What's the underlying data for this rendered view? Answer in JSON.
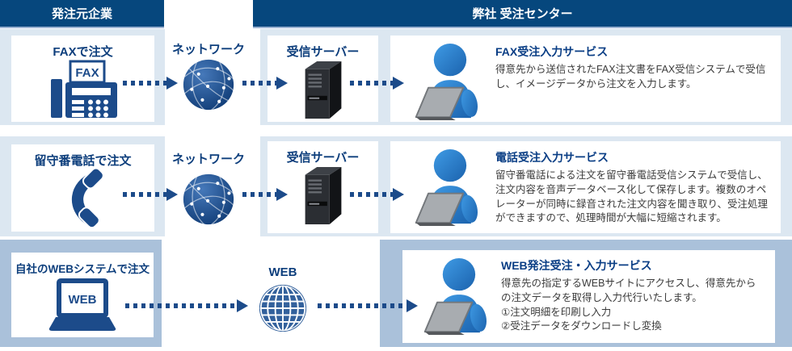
{
  "header": {
    "left": "発注元企業",
    "right": "弊社 受注センター"
  },
  "colors": {
    "header_bg": "#06477d",
    "panel_light": "#dce7f1",
    "panel_dark": "#aac1da",
    "accent_navy": "#1c4b8a",
    "title_navy": "#0d3e7c",
    "service_title_blue": "#0a3e85",
    "body_text": "#3b3b3b",
    "person_blue": "#2a7fd0",
    "laptop_gray": "#a8acb0",
    "server_dark": "#2b2e33"
  },
  "rows": [
    {
      "source_title": "FAXで注文",
      "source_icon": "fax-machine-icon",
      "fax_paper_label": "FAX",
      "network_label": "ネットワーク",
      "network_icon": "network-globe-icon",
      "server_label": "受信サーバー",
      "server_icon": "server-tower-icon",
      "operator_icon": "operator-laptop-icon",
      "service_title": "FAX受注入力サービス",
      "service_body": "得意先から送信されたFAX注文書をFAX受信システムで受信し、イメージデータから注文を入力します。"
    },
    {
      "source_title": "留守番電話で注文",
      "source_icon": "phone-handset-icon",
      "network_label": "ネットワーク",
      "network_icon": "network-globe-icon",
      "server_label": "受信サーバー",
      "server_icon": "server-tower-icon",
      "operator_icon": "operator-laptop-icon",
      "service_title": "電話受注入力サービス",
      "service_body": "留守番電話による注文を留守番電話受信システムで受信し、注文内容を音声データベース化して保存します。複数のオペレーターが同時に録音された注文内容を聞き取り、受注処理ができますので、処理時間が大幅に短縮されます。"
    },
    {
      "source_title": "自社のWEBシステムで注文",
      "source_icon": "laptop-web-icon",
      "laptop_screen_label": "WEB",
      "network_label": "WEB",
      "network_icon": "web-globe-icon",
      "operator_icon": "operator-laptop-icon",
      "service_title": "WEB発注受注・入力サービス",
      "service_body": "得意先の指定するWEBサイトにアクセスし、得意先からの注文データを取得し入力代行いたします。",
      "service_steps": [
        "①注文明細を印刷し入力",
        "②受注データをダウンロードし変換"
      ]
    }
  ]
}
